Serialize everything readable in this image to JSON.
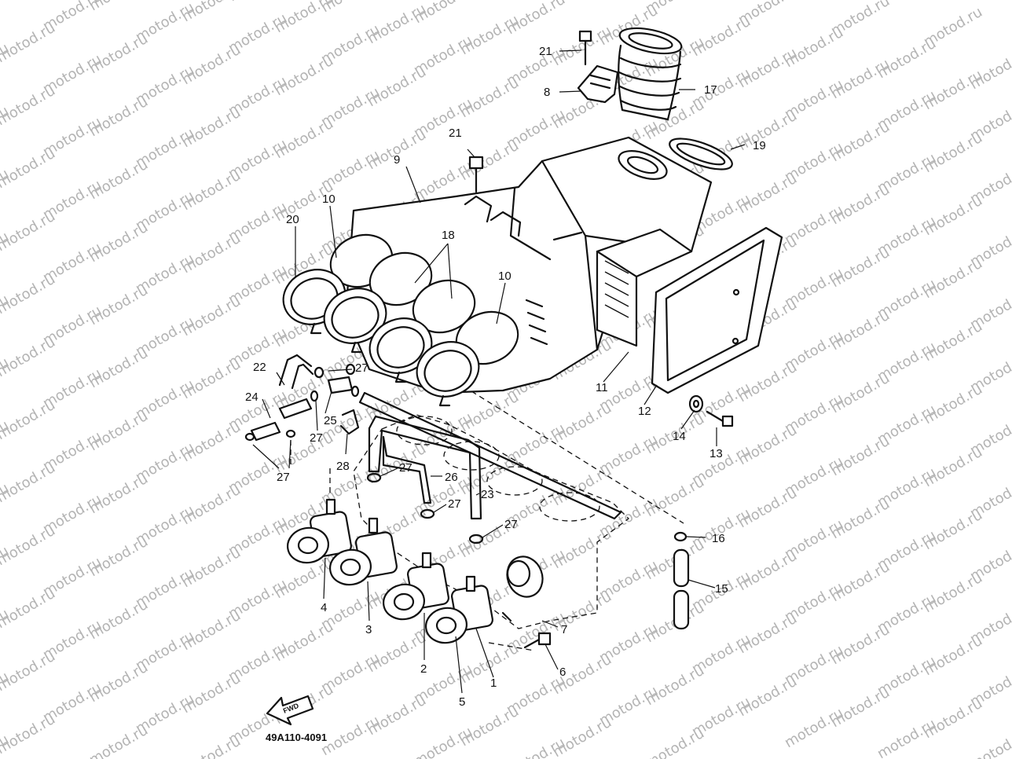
{
  "watermark": {
    "text": "motod.ru",
    "color": "#b4b4b4"
  },
  "diagram_code": "49A110-4091",
  "front_arrow_label": "FWD",
  "callouts": [
    {
      "id": "c1",
      "label": "1"
    },
    {
      "id": "c2",
      "label": "2"
    },
    {
      "id": "c3",
      "label": "3"
    },
    {
      "id": "c4",
      "label": "4"
    },
    {
      "id": "c5",
      "label": "5"
    },
    {
      "id": "c6",
      "label": "6"
    },
    {
      "id": "c7",
      "label": "7"
    },
    {
      "id": "c8",
      "label": "8"
    },
    {
      "id": "c9",
      "label": "9"
    },
    {
      "id": "c10a",
      "label": "10"
    },
    {
      "id": "c10b",
      "label": "10"
    },
    {
      "id": "c11",
      "label": "11"
    },
    {
      "id": "c12",
      "label": "12"
    },
    {
      "id": "c13",
      "label": "13"
    },
    {
      "id": "c14",
      "label": "14"
    },
    {
      "id": "c15",
      "label": "15"
    },
    {
      "id": "c16",
      "label": "16"
    },
    {
      "id": "c17",
      "label": "17"
    },
    {
      "id": "c18",
      "label": "18"
    },
    {
      "id": "c19",
      "label": "19"
    },
    {
      "id": "c20",
      "label": "20"
    },
    {
      "id": "c21a",
      "label": "21"
    },
    {
      "id": "c21b",
      "label": "21"
    },
    {
      "id": "c22",
      "label": "22"
    },
    {
      "id": "c23",
      "label": "23"
    },
    {
      "id": "c24",
      "label": "24"
    },
    {
      "id": "c25",
      "label": "25"
    },
    {
      "id": "c26",
      "label": "26"
    },
    {
      "id": "c27a",
      "label": "27"
    },
    {
      "id": "c27b",
      "label": "27"
    },
    {
      "id": "c27c",
      "label": "27"
    },
    {
      "id": "c27d",
      "label": "27"
    },
    {
      "id": "c27e",
      "label": "27"
    },
    {
      "id": "c27f",
      "label": "27"
    },
    {
      "id": "c28",
      "label": "28"
    }
  ]
}
